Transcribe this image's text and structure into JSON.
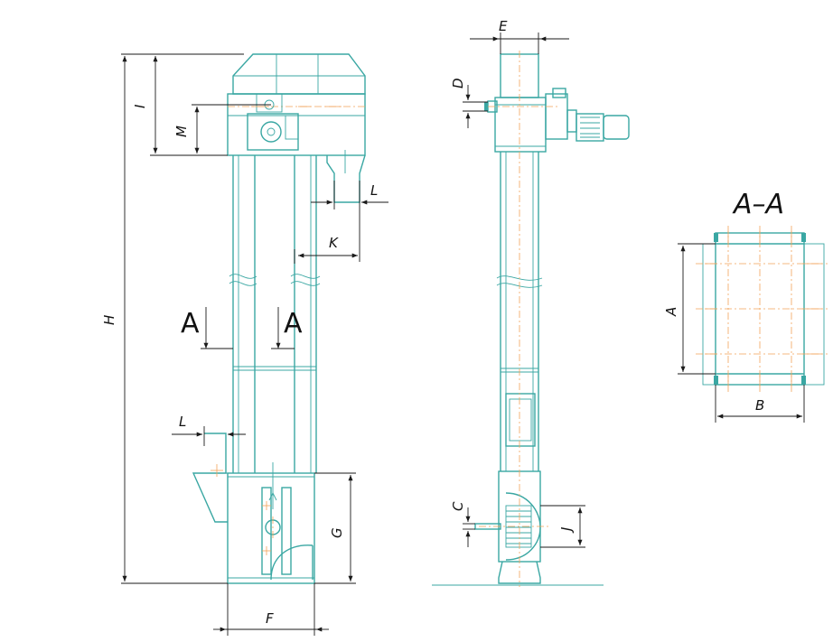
{
  "section_title": "A–A",
  "section_markers": {
    "left": "A",
    "right": "A"
  },
  "dimensions": {
    "H": "H",
    "I": "I",
    "M": "M",
    "L_top": "L",
    "K": "K",
    "L_bottom": "L",
    "G": "G",
    "F": "F",
    "E": "E",
    "D": "D",
    "C": "C",
    "J": "J",
    "A": "A",
    "B": "B"
  },
  "colors": {
    "line": "#3aa7a3",
    "centerline": "#f2a35a",
    "dimension": "#1a1a1a"
  }
}
